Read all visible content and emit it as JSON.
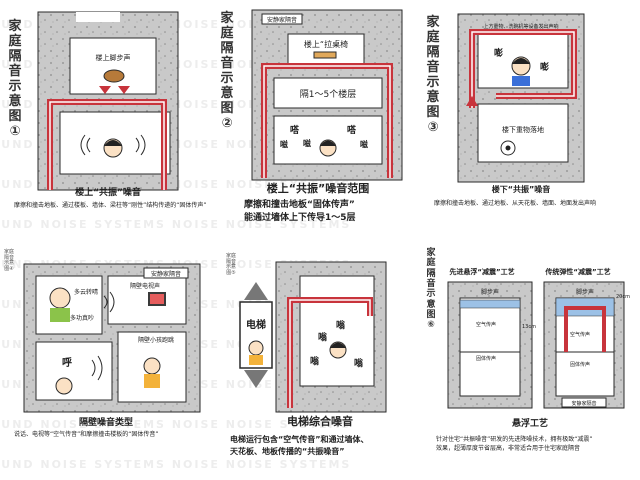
{
  "watermark": "SOUND NOISE SYSTEMS NOISE NOISE SYSTEMS",
  "colors": {
    "wall": "#c9c9c9",
    "speckle": "#9a9a9a",
    "pipe": "#c8343c",
    "room": "#ffffff",
    "stroke": "#2a2a2a"
  },
  "panel1": {
    "title_chars": [
      "家",
      "庭",
      "隔",
      "音",
      "示",
      "意",
      "图",
      "①"
    ],
    "upper_label": "楼上脚步声",
    "caption": "楼上“共振”噪音",
    "desc": "摩擦和撞击地板、通过楼板、墙体、梁柱等“刚性”结构传递的“固体传声”"
  },
  "panel2": {
    "title_chars": [
      "家",
      "庭",
      "隔",
      "音",
      "示",
      "意",
      "图",
      "②"
    ],
    "tag": "安静家隔音",
    "upper_label": "楼上“拉桌椅",
    "floors": "隔1～5个楼层",
    "sounds": [
      "嗒",
      "嗒",
      "嗞",
      "嗞",
      "嗞"
    ],
    "caption": "楼上“共振”噪音范围",
    "desc1": "摩擦和撞击地板“固体传声”",
    "desc2": "能通过墙体上下传导1～5层"
  },
  "panel3": {
    "title_chars": [
      "家",
      "庭",
      "隔",
      "音",
      "示",
      "意",
      "图",
      "③"
    ],
    "top_note": "上方重物、洗碗机等设备发出声响",
    "sounds": [
      "嘭",
      "嘭"
    ],
    "lower_label": "楼下重物落地",
    "caption": "楼下“共振”噪音",
    "desc": "摩擦和撞击地板、通过地板、从天花板、墙面、地面发出声响"
  },
  "panel4": {
    "side_title": "家庭隔音示意图④",
    "labels": [
      "多云转晴",
      "多功真吵",
      "隔壁电视声",
      "隔壁小孩跑跳",
      "安静家隔音"
    ],
    "shout": "呼",
    "caption": "隔壁噪音类型",
    "desc": "说话、电视等“空气传音”和摩擦撞击楼板的“固体传音”"
  },
  "panel5": {
    "side_title": "家庭隔音示意图⑤",
    "elevator": "电梯",
    "sounds": [
      "嗡",
      "嗡",
      "嗡",
      "嗡"
    ],
    "caption": "电梯综合噪音",
    "desc1": "电梯运行包含“空气传音”和通过墙体、",
    "desc2": "天花板、地板传播的“共振噪音”"
  },
  "panel6": {
    "title_chars": [
      "家",
      "庭",
      "隔",
      "音",
      "示",
      "意",
      "图",
      "⑥"
    ],
    "left_title": "先进悬浮“减震”工艺",
    "right_title": "传统弹性“减震”工艺",
    "footstep": "脚步声",
    "left_inner": [
      "空气传声",
      "固体传声"
    ],
    "right_inner": [
      "空气传声",
      "固体传声"
    ],
    "dim_left": "13cm",
    "dim_right": "20cm",
    "tag": "安静家隔音",
    "caption": "悬浮工艺",
    "desc1": "针对住宅“共振噪音”研发的先进降噪技术，拥有极致“减震”",
    "desc2": "效果，超薄厚度节省层高，非常适合用于住宅家庭隔音"
  }
}
